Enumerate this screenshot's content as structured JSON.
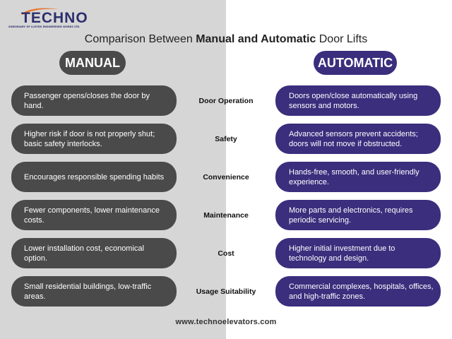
{
  "logo": {
    "name": "TECHNO",
    "subtitle": "SUBSIDIARY OF LLOYDS ENGINEERING WORKS LTD."
  },
  "title": {
    "prefix": "Comparison Between ",
    "bold": "Manual and Automatic",
    "suffix": " Door Lifts"
  },
  "columns": {
    "manual": "MANUAL",
    "automatic": "AUTOMATIC"
  },
  "rows": [
    {
      "category": "Door Operation",
      "manual": "Passenger opens/closes the door by hand.",
      "automatic": "Doors open/close automatically using sensors and motors."
    },
    {
      "category": "Safety",
      "manual": "Higher risk if door is not properly shut; basic safety interlocks.",
      "automatic": "Advanced sensors prevent accidents; doors will not move if obstructed."
    },
    {
      "category": "Convenience",
      "manual": "Encourages responsible spending habits",
      "automatic": "Hands-free, smooth, and user-friendly experience."
    },
    {
      "category": "Maintenance",
      "manual": " Fewer components, lower maintenance costs.",
      "automatic": "More parts and electronics, requires periodic servicing."
    },
    {
      "category": "Cost",
      "manual": "Lower installation cost, economical option.",
      "automatic": "Higher initial investment due to technology and design."
    },
    {
      "category": "Usage Suitability",
      "manual": "Small residential buildings, low-traffic areas.",
      "automatic": "Commercial complexes, hospitals, offices, and high-traffic zones."
    }
  ],
  "footer": "www.technoelevators.com",
  "colors": {
    "manual": "#4a4a4a",
    "automatic": "#3a2e7d",
    "left_background": "#d6d6d6",
    "logo": "#2d2f6e",
    "logo_swoosh": "#e8742a"
  }
}
